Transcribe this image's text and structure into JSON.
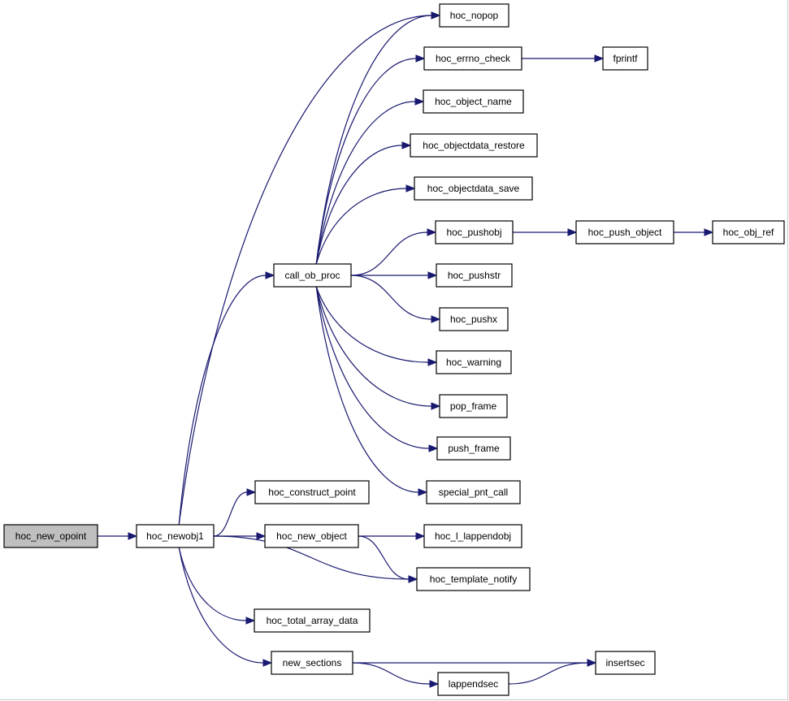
{
  "diagram": {
    "type": "call-graph",
    "nodes": [
      {
        "id": "hoc_new_opoint",
        "label": "hoc_new_opoint",
        "highlighted": true
      },
      {
        "id": "hoc_newobj1",
        "label": "hoc_newobj1"
      },
      {
        "id": "call_ob_proc",
        "label": "call_ob_proc"
      },
      {
        "id": "hoc_nopop",
        "label": "hoc_nopop"
      },
      {
        "id": "hoc_errno_check",
        "label": "hoc_errno_check"
      },
      {
        "id": "fprintf",
        "label": "fprintf"
      },
      {
        "id": "hoc_object_name",
        "label": "hoc_object_name"
      },
      {
        "id": "hoc_objectdata_restore",
        "label": "hoc_objectdata_restore"
      },
      {
        "id": "hoc_objectdata_save",
        "label": "hoc_objectdata_save"
      },
      {
        "id": "hoc_pushobj",
        "label": "hoc_pushobj"
      },
      {
        "id": "hoc_push_object",
        "label": "hoc_push_object"
      },
      {
        "id": "hoc_obj_ref",
        "label": "hoc_obj_ref"
      },
      {
        "id": "hoc_pushstr",
        "label": "hoc_pushstr"
      },
      {
        "id": "hoc_pushx",
        "label": "hoc_pushx"
      },
      {
        "id": "hoc_warning",
        "label": "hoc_warning"
      },
      {
        "id": "pop_frame",
        "label": "pop_frame"
      },
      {
        "id": "push_frame",
        "label": "push_frame"
      },
      {
        "id": "special_pnt_call",
        "label": "special_pnt_call"
      },
      {
        "id": "hoc_construct_point",
        "label": "hoc_construct_point"
      },
      {
        "id": "hoc_new_object",
        "label": "hoc_new_object"
      },
      {
        "id": "hoc_l_lappendobj",
        "label": "hoc_l_lappendobj"
      },
      {
        "id": "hoc_template_notify",
        "label": "hoc_template_notify"
      },
      {
        "id": "hoc_total_array_data",
        "label": "hoc_total_array_data"
      },
      {
        "id": "new_sections",
        "label": "new_sections"
      },
      {
        "id": "insertsec",
        "label": "insertsec"
      },
      {
        "id": "lappendsec",
        "label": "lappendsec"
      }
    ],
    "edges": [
      {
        "from": "hoc_new_opoint",
        "to": "hoc_newobj1"
      },
      {
        "from": "hoc_newobj1",
        "to": "hoc_nopop"
      },
      {
        "from": "hoc_newobj1",
        "to": "call_ob_proc"
      },
      {
        "from": "hoc_newobj1",
        "to": "hoc_construct_point"
      },
      {
        "from": "hoc_newobj1",
        "to": "hoc_new_object"
      },
      {
        "from": "hoc_newobj1",
        "to": "hoc_template_notify"
      },
      {
        "from": "hoc_newobj1",
        "to": "hoc_total_array_data"
      },
      {
        "from": "hoc_newobj1",
        "to": "new_sections"
      },
      {
        "from": "call_ob_proc",
        "to": "hoc_nopop"
      },
      {
        "from": "call_ob_proc",
        "to": "hoc_errno_check"
      },
      {
        "from": "call_ob_proc",
        "to": "hoc_object_name"
      },
      {
        "from": "call_ob_proc",
        "to": "hoc_objectdata_restore"
      },
      {
        "from": "call_ob_proc",
        "to": "hoc_objectdata_save"
      },
      {
        "from": "call_ob_proc",
        "to": "hoc_pushobj"
      },
      {
        "from": "call_ob_proc",
        "to": "hoc_pushstr"
      },
      {
        "from": "call_ob_proc",
        "to": "hoc_pushx"
      },
      {
        "from": "call_ob_proc",
        "to": "hoc_warning"
      },
      {
        "from": "call_ob_proc",
        "to": "pop_frame"
      },
      {
        "from": "call_ob_proc",
        "to": "push_frame"
      },
      {
        "from": "call_ob_proc",
        "to": "special_pnt_call"
      },
      {
        "from": "hoc_errno_check",
        "to": "fprintf"
      },
      {
        "from": "hoc_pushobj",
        "to": "hoc_push_object"
      },
      {
        "from": "hoc_push_object",
        "to": "hoc_obj_ref"
      },
      {
        "from": "hoc_new_object",
        "to": "hoc_l_lappendobj"
      },
      {
        "from": "hoc_new_object",
        "to": "hoc_template_notify"
      },
      {
        "from": "new_sections",
        "to": "insertsec"
      },
      {
        "from": "new_sections",
        "to": "lappendsec"
      },
      {
        "from": "lappendsec",
        "to": "insertsec"
      }
    ]
  },
  "colors": {
    "edge": "#191970",
    "node_border": "#000000",
    "node_fill": "#ffffff",
    "root_fill": "#bfbfbf"
  }
}
